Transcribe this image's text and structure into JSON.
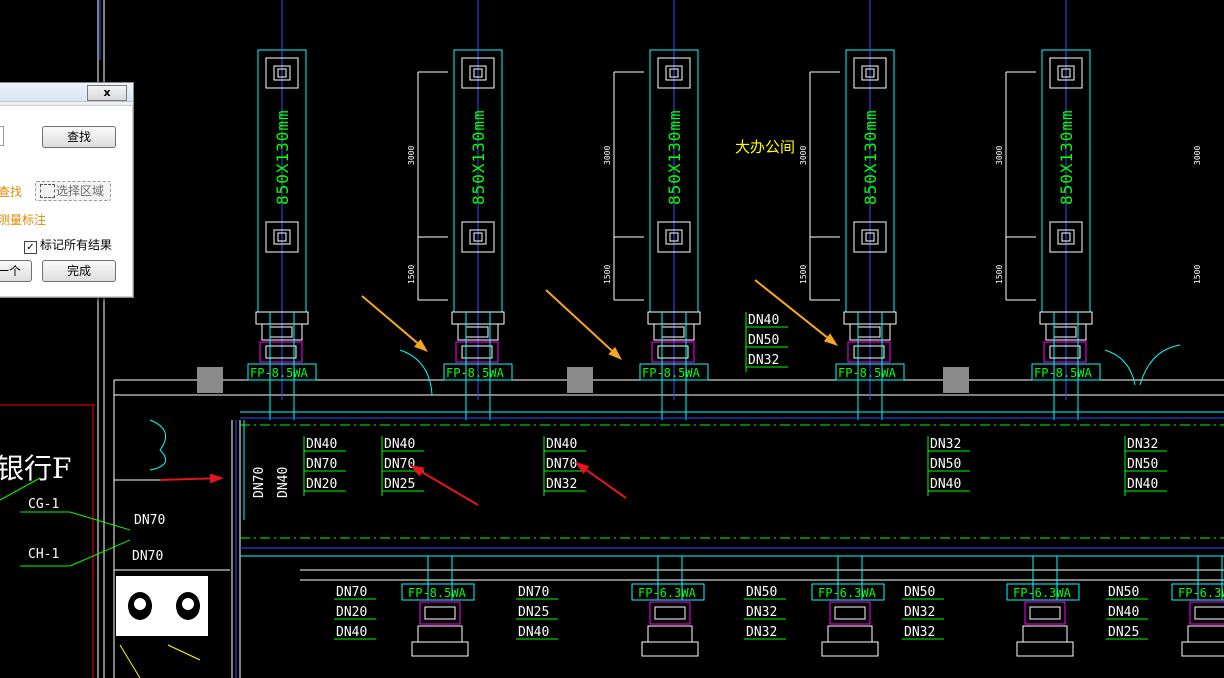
{
  "dialog": {
    "close_label": "x",
    "find_button": "查找",
    "find_link": "查找",
    "select_area_button": "选择区域",
    "dimension_link": "测量标注",
    "mark_all_label": "标记所有结果",
    "mark_all_checked": "✓",
    "prev_button": "一个",
    "done_button": "完成"
  },
  "drawing": {
    "room_label": "大办公间",
    "duct_size": "850X130mm",
    "dim_3000": "3000",
    "dim_1500": "1500",
    "unit_fp85": "FP-8.5WA",
    "unit_fp63": "FP-6.3WA",
    "bank_text": "银行F",
    "cg1": "CG-1",
    "ch1": "CH-1",
    "pipe_labels_top": [
      [
        "DN40",
        "DN70",
        "DN20"
      ],
      [
        "DN40",
        "DN70",
        "DN25"
      ],
      [
        "DN40",
        "DN70",
        "DN32"
      ],
      [
        "DN40",
        "DN50",
        "DN32"
      ],
      [
        "DN32",
        "DN50",
        "DN40"
      ],
      [
        "DN32",
        "DN50",
        "DN40"
      ]
    ],
    "vertical_labels": [
      "DN70",
      "DN40"
    ],
    "side_labels": [
      "DN70",
      "DN70"
    ],
    "pipe_labels_bottom": [
      [
        "DN70",
        "DN20",
        "DN40"
      ],
      [
        "DN70",
        "DN25",
        "DN40"
      ],
      [
        "DN50",
        "DN32",
        "DN32"
      ],
      [
        "DN50",
        "DN32",
        "DN32"
      ],
      [
        "DN50",
        "DN40",
        "DN25"
      ]
    ]
  },
  "colors": {
    "cyan": "#00ffff",
    "green": "#00ff00",
    "blue": "#3050ff",
    "white": "#ffffff",
    "yellow": "#ffff00",
    "arrow_orange": "#f5a623",
    "arrow_red": "#e8141e",
    "magenta": "#ff00ff"
  }
}
